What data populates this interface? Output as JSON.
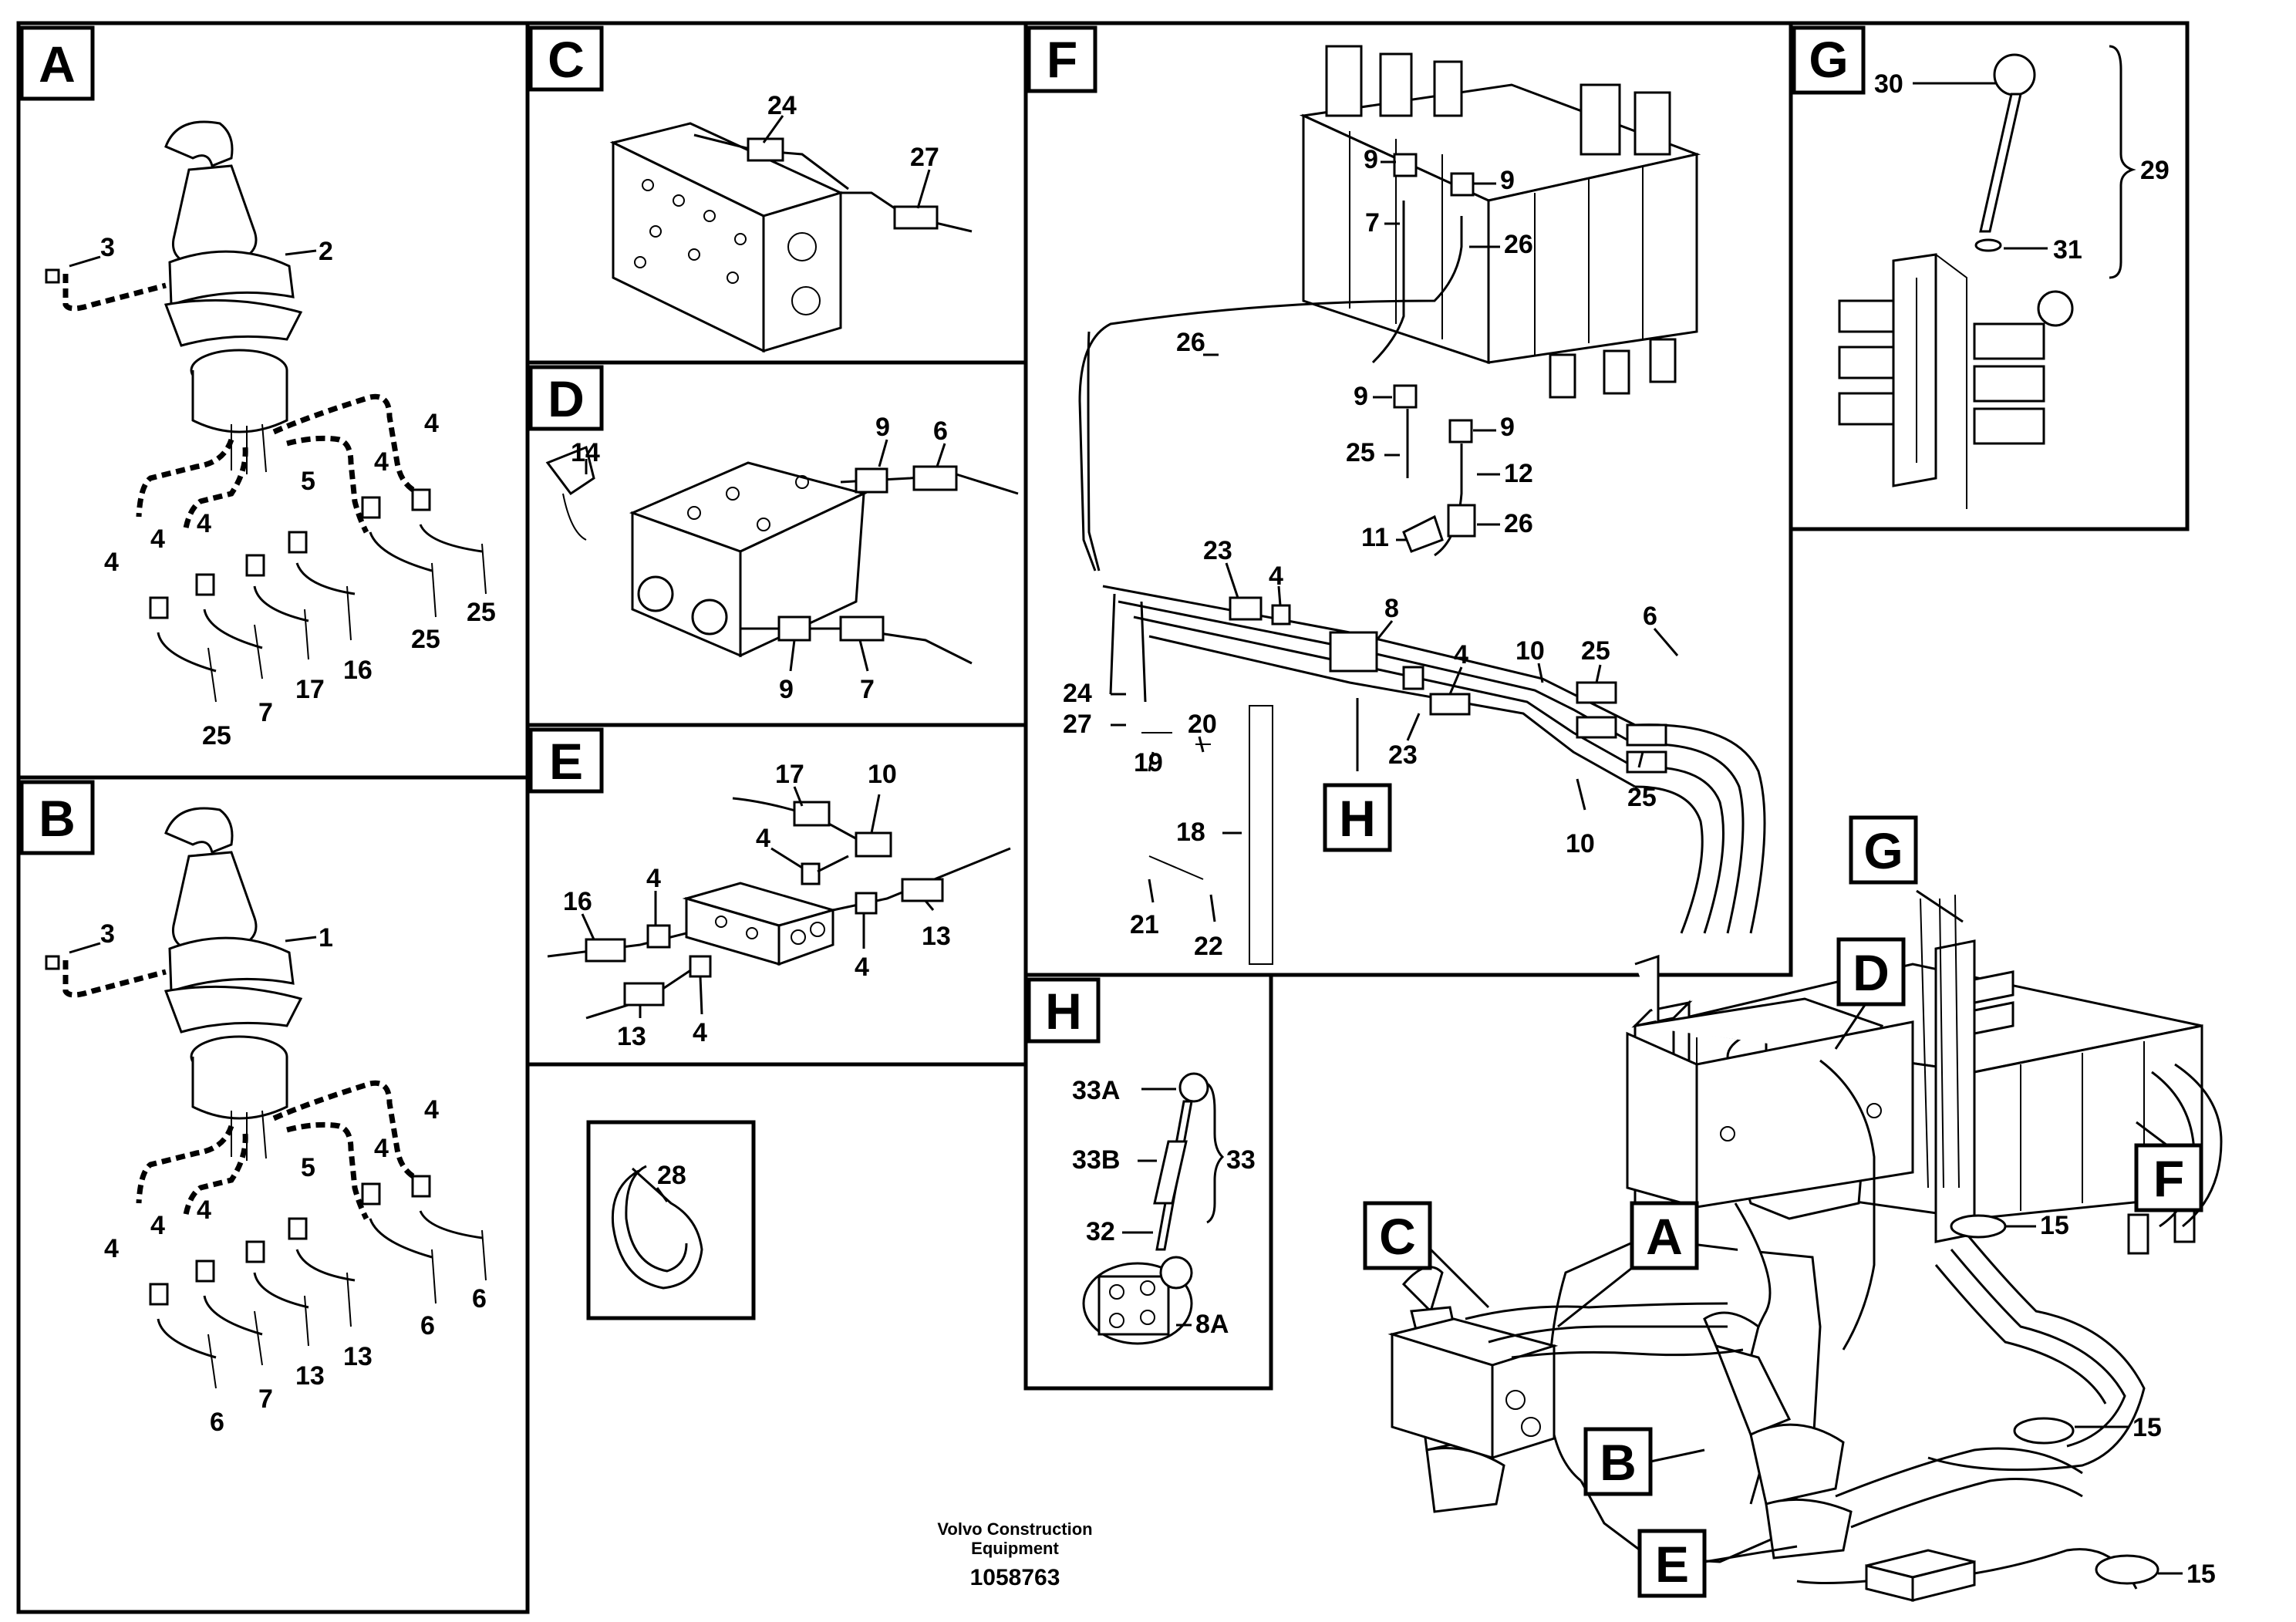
{
  "panels": {
    "A": {
      "tag": "A",
      "labels": {
        "l3": "3",
        "l2": "2",
        "l4a": "4",
        "l4b": "4",
        "l5": "5",
        "l4c": "4",
        "l4d": "4",
        "l4e": "4",
        "l25a": "25",
        "l25b": "25",
        "l25c": "25",
        "l7": "7",
        "l17": "17",
        "l16": "16"
      }
    },
    "B": {
      "tag": "B",
      "labels": {
        "l3": "3",
        "l1": "1",
        "l4a": "4",
        "l4b": "4",
        "l5": "5",
        "l4c": "4",
        "l4d": "4",
        "l4e": "4",
        "l6a": "6",
        "l6b": "6",
        "l6c": "6",
        "l7": "7",
        "l13a": "13",
        "l13b": "13"
      }
    },
    "C": {
      "tag": "C",
      "labels": {
        "l24": "24",
        "l27": "27"
      }
    },
    "D": {
      "tag": "D",
      "labels": {
        "l14": "14",
        "l9a": "9",
        "l6": "6",
        "l9b": "9",
        "l7": "7"
      }
    },
    "E": {
      "tag": "E",
      "labels": {
        "l17": "17",
        "l10": "10",
        "l4a": "4",
        "l4b": "4",
        "l16": "16",
        "l13a": "13",
        "l4c": "4",
        "l13b": "13",
        "l4d": "4"
      }
    },
    "F": {
      "tag": "F",
      "labels": {
        "l9a": "9",
        "l9b": "9",
        "l7": "7",
        "l26a": "26",
        "l26b": "26",
        "l9c": "9",
        "l9d": "9",
        "l25a": "25",
        "l12": "12",
        "l11": "11",
        "l26c": "26",
        "l23a": "23",
        "l4a": "4",
        "l8": "8",
        "l10a": "10",
        "l25b": "25",
        "l6": "6",
        "l4b": "4",
        "l24": "24",
        "l27": "27",
        "l20": "20",
        "l19": "19",
        "l23b": "23",
        "l25c": "25",
        "l10b": "10",
        "l18": "18",
        "l21": "21",
        "l22": "22",
        "subtag": "H"
      }
    },
    "G": {
      "tag": "G",
      "labels": {
        "l30": "30",
        "l29": "29",
        "l31": "31"
      }
    },
    "H": {
      "tag": "H",
      "labels": {
        "l33a": "33A",
        "l33b": "33B",
        "l33": "33",
        "l32": "32",
        "l8a": "8A"
      }
    },
    "cable": {
      "labels": {
        "l28": "28"
      }
    },
    "overview": {
      "tags": {
        "g": "G",
        "d": "D",
        "f": "F",
        "c": "C",
        "a": "A",
        "b": "B",
        "e": "E"
      },
      "labels": {
        "l15a": "15",
        "l15b": "15",
        "l15c": "15"
      }
    }
  },
  "footer": {
    "maker_line1": "Volvo Construction",
    "maker_line2": "Equipment",
    "drawing_number": "1058763"
  }
}
